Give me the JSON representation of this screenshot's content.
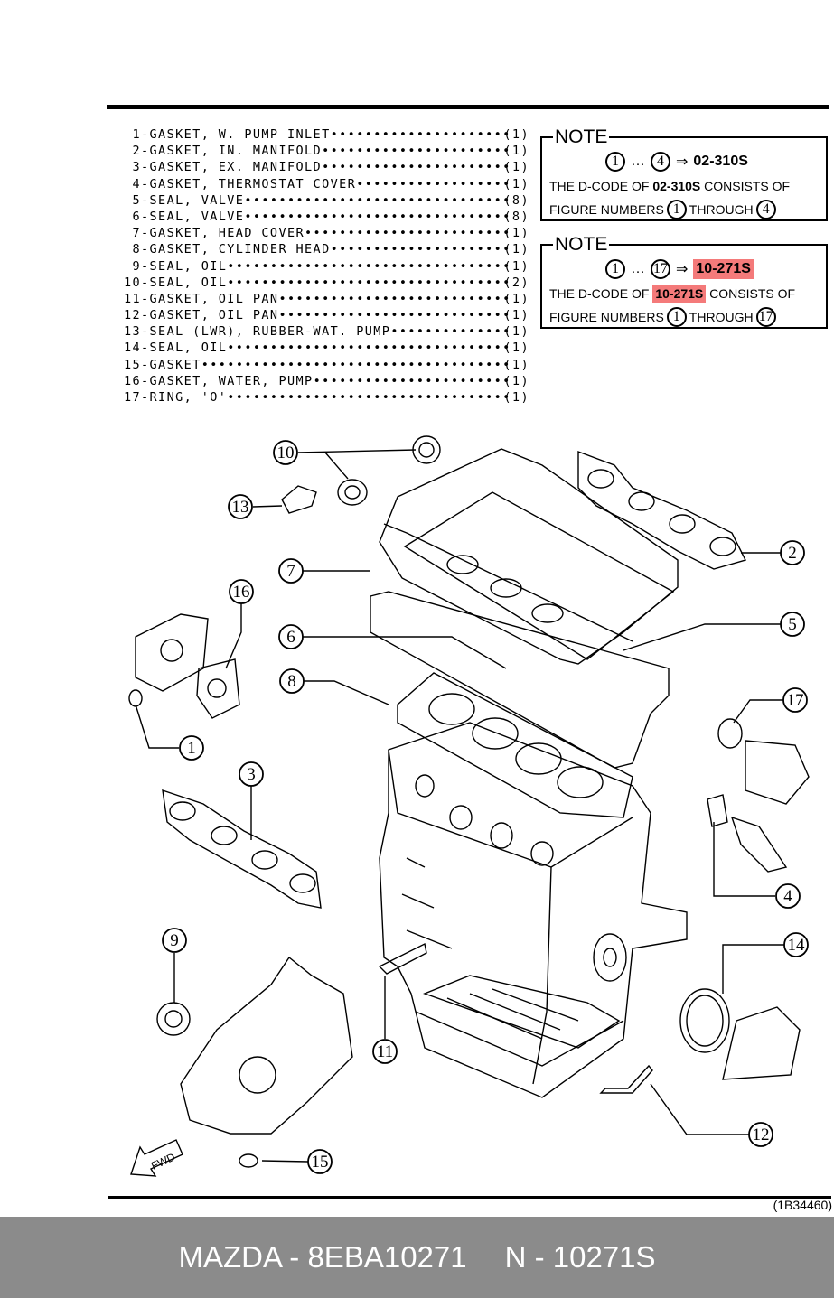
{
  "parts": [
    {
      "num": "1",
      "name": "GASKET, W. PUMP INLET",
      "qty": "(1)"
    },
    {
      "num": "2",
      "name": "GASKET, IN. MANIFOLD",
      "qty": "(1)"
    },
    {
      "num": "3",
      "name": "GASKET, EX. MANIFOLD",
      "qty": "(1)"
    },
    {
      "num": "4",
      "name": "GASKET, THERMOSTAT COVER",
      "qty": "(1)"
    },
    {
      "num": "5",
      "name": "SEAL, VALVE",
      "qty": "(8)"
    },
    {
      "num": "6",
      "name": "SEAL, VALVE",
      "qty": "(8)"
    },
    {
      "num": "7",
      "name": "GASKET, HEAD COVER",
      "qty": "(1)"
    },
    {
      "num": "8",
      "name": "GASKET, CYLINDER HEAD",
      "qty": "(1)"
    },
    {
      "num": "9",
      "name": "SEAL, OIL",
      "qty": "(1)"
    },
    {
      "num": "10",
      "name": "SEAL, OIL",
      "qty": "(2)"
    },
    {
      "num": "11",
      "name": "GASKET, OIL PAN",
      "qty": "(1)"
    },
    {
      "num": "12",
      "name": "GASKET, OIL PAN",
      "qty": "(1)"
    },
    {
      "num": "13",
      "name": "SEAL (LWR), RUBBER-WAT. PUMP",
      "qty": "(1)"
    },
    {
      "num": "14",
      "name": "SEAL, OIL",
      "qty": "(1)"
    },
    {
      "num": "15",
      "name": "GASKET",
      "qty": "(1)"
    },
    {
      "num": "16",
      "name": "GASKET, WATER, PUMP",
      "qty": "(1)"
    },
    {
      "num": "17",
      "name": "RING, 'O'",
      "qty": "(1)"
    }
  ],
  "notes": [
    {
      "title": "NOTE",
      "from": "1",
      "ellipsis": "…",
      "to": "4",
      "arrow": "⇒",
      "code": "02-310S",
      "text_a": "THE D-CODE OF",
      "text_b": "CONSISTS OF",
      "text_c": "FIGURE NUMBERS",
      "through": "THROUGH",
      "highlight": false
    },
    {
      "title": "NOTE",
      "from": "1",
      "ellipsis": "…",
      "to": "17",
      "arrow": "⇒",
      "code": "10-271S",
      "text_a": "THE D-CODE OF",
      "text_b": "CONSISTS OF",
      "text_c": "FIGURE NUMBERS",
      "through": "THROUGH",
      "highlight": true
    }
  ],
  "callouts": [
    "10",
    "13",
    "16",
    "7",
    "6",
    "8",
    "1",
    "3",
    "9",
    "11",
    "15",
    "2",
    "5",
    "17",
    "4",
    "14",
    "12"
  ],
  "fwd_label": "FWD",
  "figure_code": "(1B34460)",
  "footer": {
    "brand_part": "MAZDA - 8EBA10271",
    "code": "N - 10271S"
  },
  "colors": {
    "highlight": "#f04646",
    "footer_bg": "#8b8b8b"
  }
}
